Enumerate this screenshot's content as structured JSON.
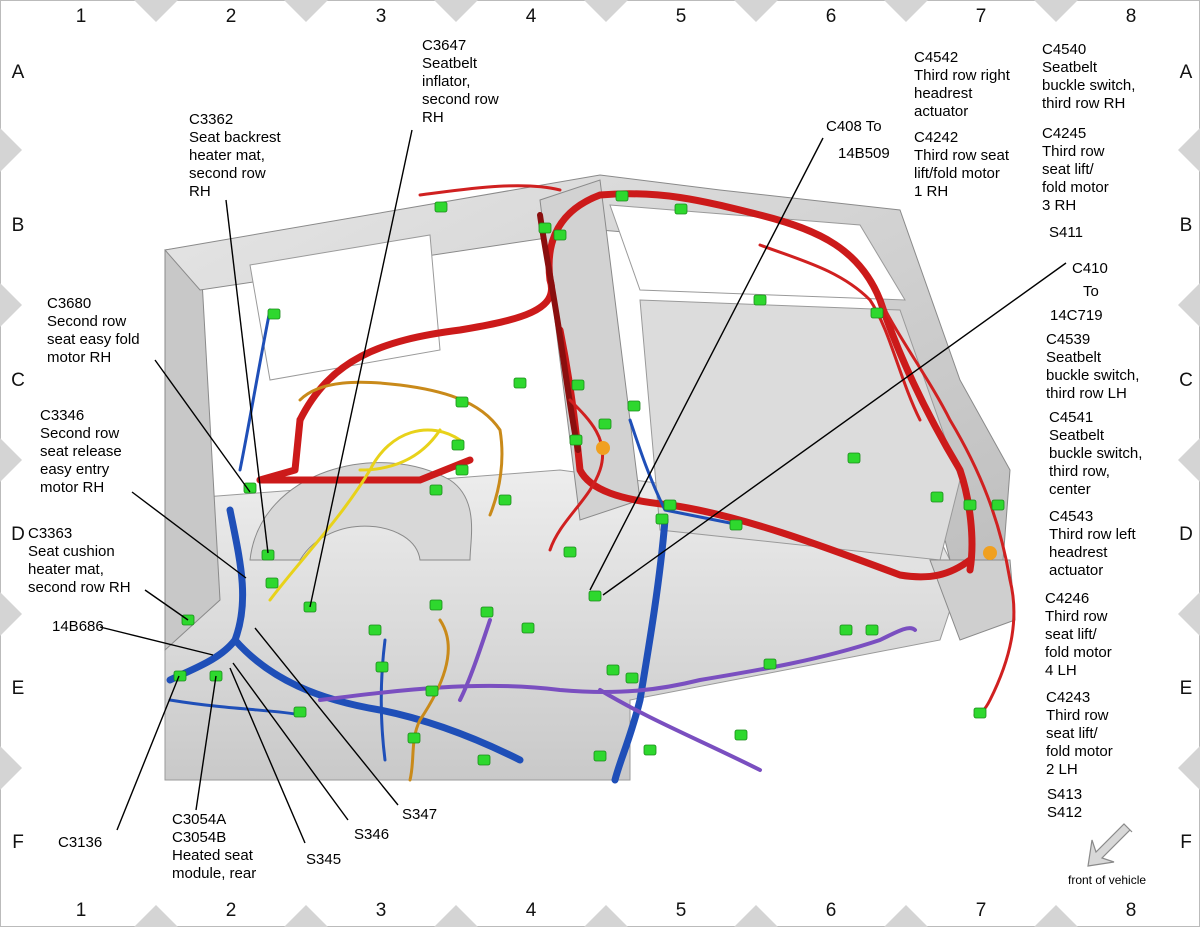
{
  "grid": {
    "columns": [
      "1",
      "2",
      "3",
      "4",
      "5",
      "6",
      "7",
      "8"
    ],
    "rows": [
      "A",
      "B",
      "C",
      "D",
      "E",
      "F"
    ]
  },
  "labels": {
    "c3647": [
      "C3647",
      "Seatbelt",
      "inflator,",
      "second row",
      "RH"
    ],
    "c3362": [
      "C3362",
      "Seat backrest",
      "heater mat,",
      "second row",
      "RH"
    ],
    "c3680": [
      "C3680",
      "Second row",
      "seat easy fold",
      "motor RH"
    ],
    "c3346": [
      "C3346",
      "Second row",
      "seat release",
      "easy entry",
      "motor RH"
    ],
    "c3363": [
      "C3363",
      "Seat cushion",
      "heater mat,",
      "second row RH"
    ],
    "b686": [
      "14B686"
    ],
    "c3136": [
      "C3136"
    ],
    "c3054": [
      "C3054A",
      "C3054B",
      "Heated seat",
      "module, rear"
    ],
    "s345": [
      "S345"
    ],
    "s346": [
      "S346"
    ],
    "s347": [
      "S347"
    ],
    "c408": [
      "C408 To",
      "14B509"
    ],
    "c410": [
      "C410",
      "To",
      "14C719"
    ],
    "c4542": [
      "C4542",
      "Third row right",
      "headrest",
      "actuator"
    ],
    "c4242": [
      "C4242",
      "Third row seat",
      "lift/fold motor",
      "1 RH"
    ],
    "c4540": [
      "C4540",
      "Seatbelt",
      "buckle switch,",
      "third row RH"
    ],
    "c4245": [
      "C4245",
      "Third row",
      "seat lift/",
      "fold motor",
      "3 RH"
    ],
    "s411": [
      "S411"
    ],
    "c4539": [
      "C4539",
      "Seatbelt",
      "buckle switch,",
      "third row LH"
    ],
    "c4541": [
      "C4541",
      "Seatbelt",
      "buckle switch,",
      "third row,",
      "center"
    ],
    "c4543": [
      "C4543",
      "Third row left",
      "headrest",
      "actuator"
    ],
    "c4246": [
      "C4246",
      "Third row",
      "seat lift/",
      "fold motor",
      "4 LH"
    ],
    "c4243": [
      "C4243",
      "Third row",
      "seat lift/",
      "fold motor",
      "2 LH"
    ],
    "s413": [
      "S413"
    ],
    "s412": [
      "S412"
    ]
  },
  "front_note": "front of vehicle",
  "colors": {
    "harness_red": "#cc1a1a",
    "harness_dark_red": "#8a0f0f",
    "harness_blue": "#1f4fb8",
    "harness_purple": "#7a4fc0",
    "harness_yellow": "#e8d21a",
    "harness_orange": "#c98a1a",
    "connector_green": "#2ed82e",
    "body_gray": "#cfcfcf"
  }
}
